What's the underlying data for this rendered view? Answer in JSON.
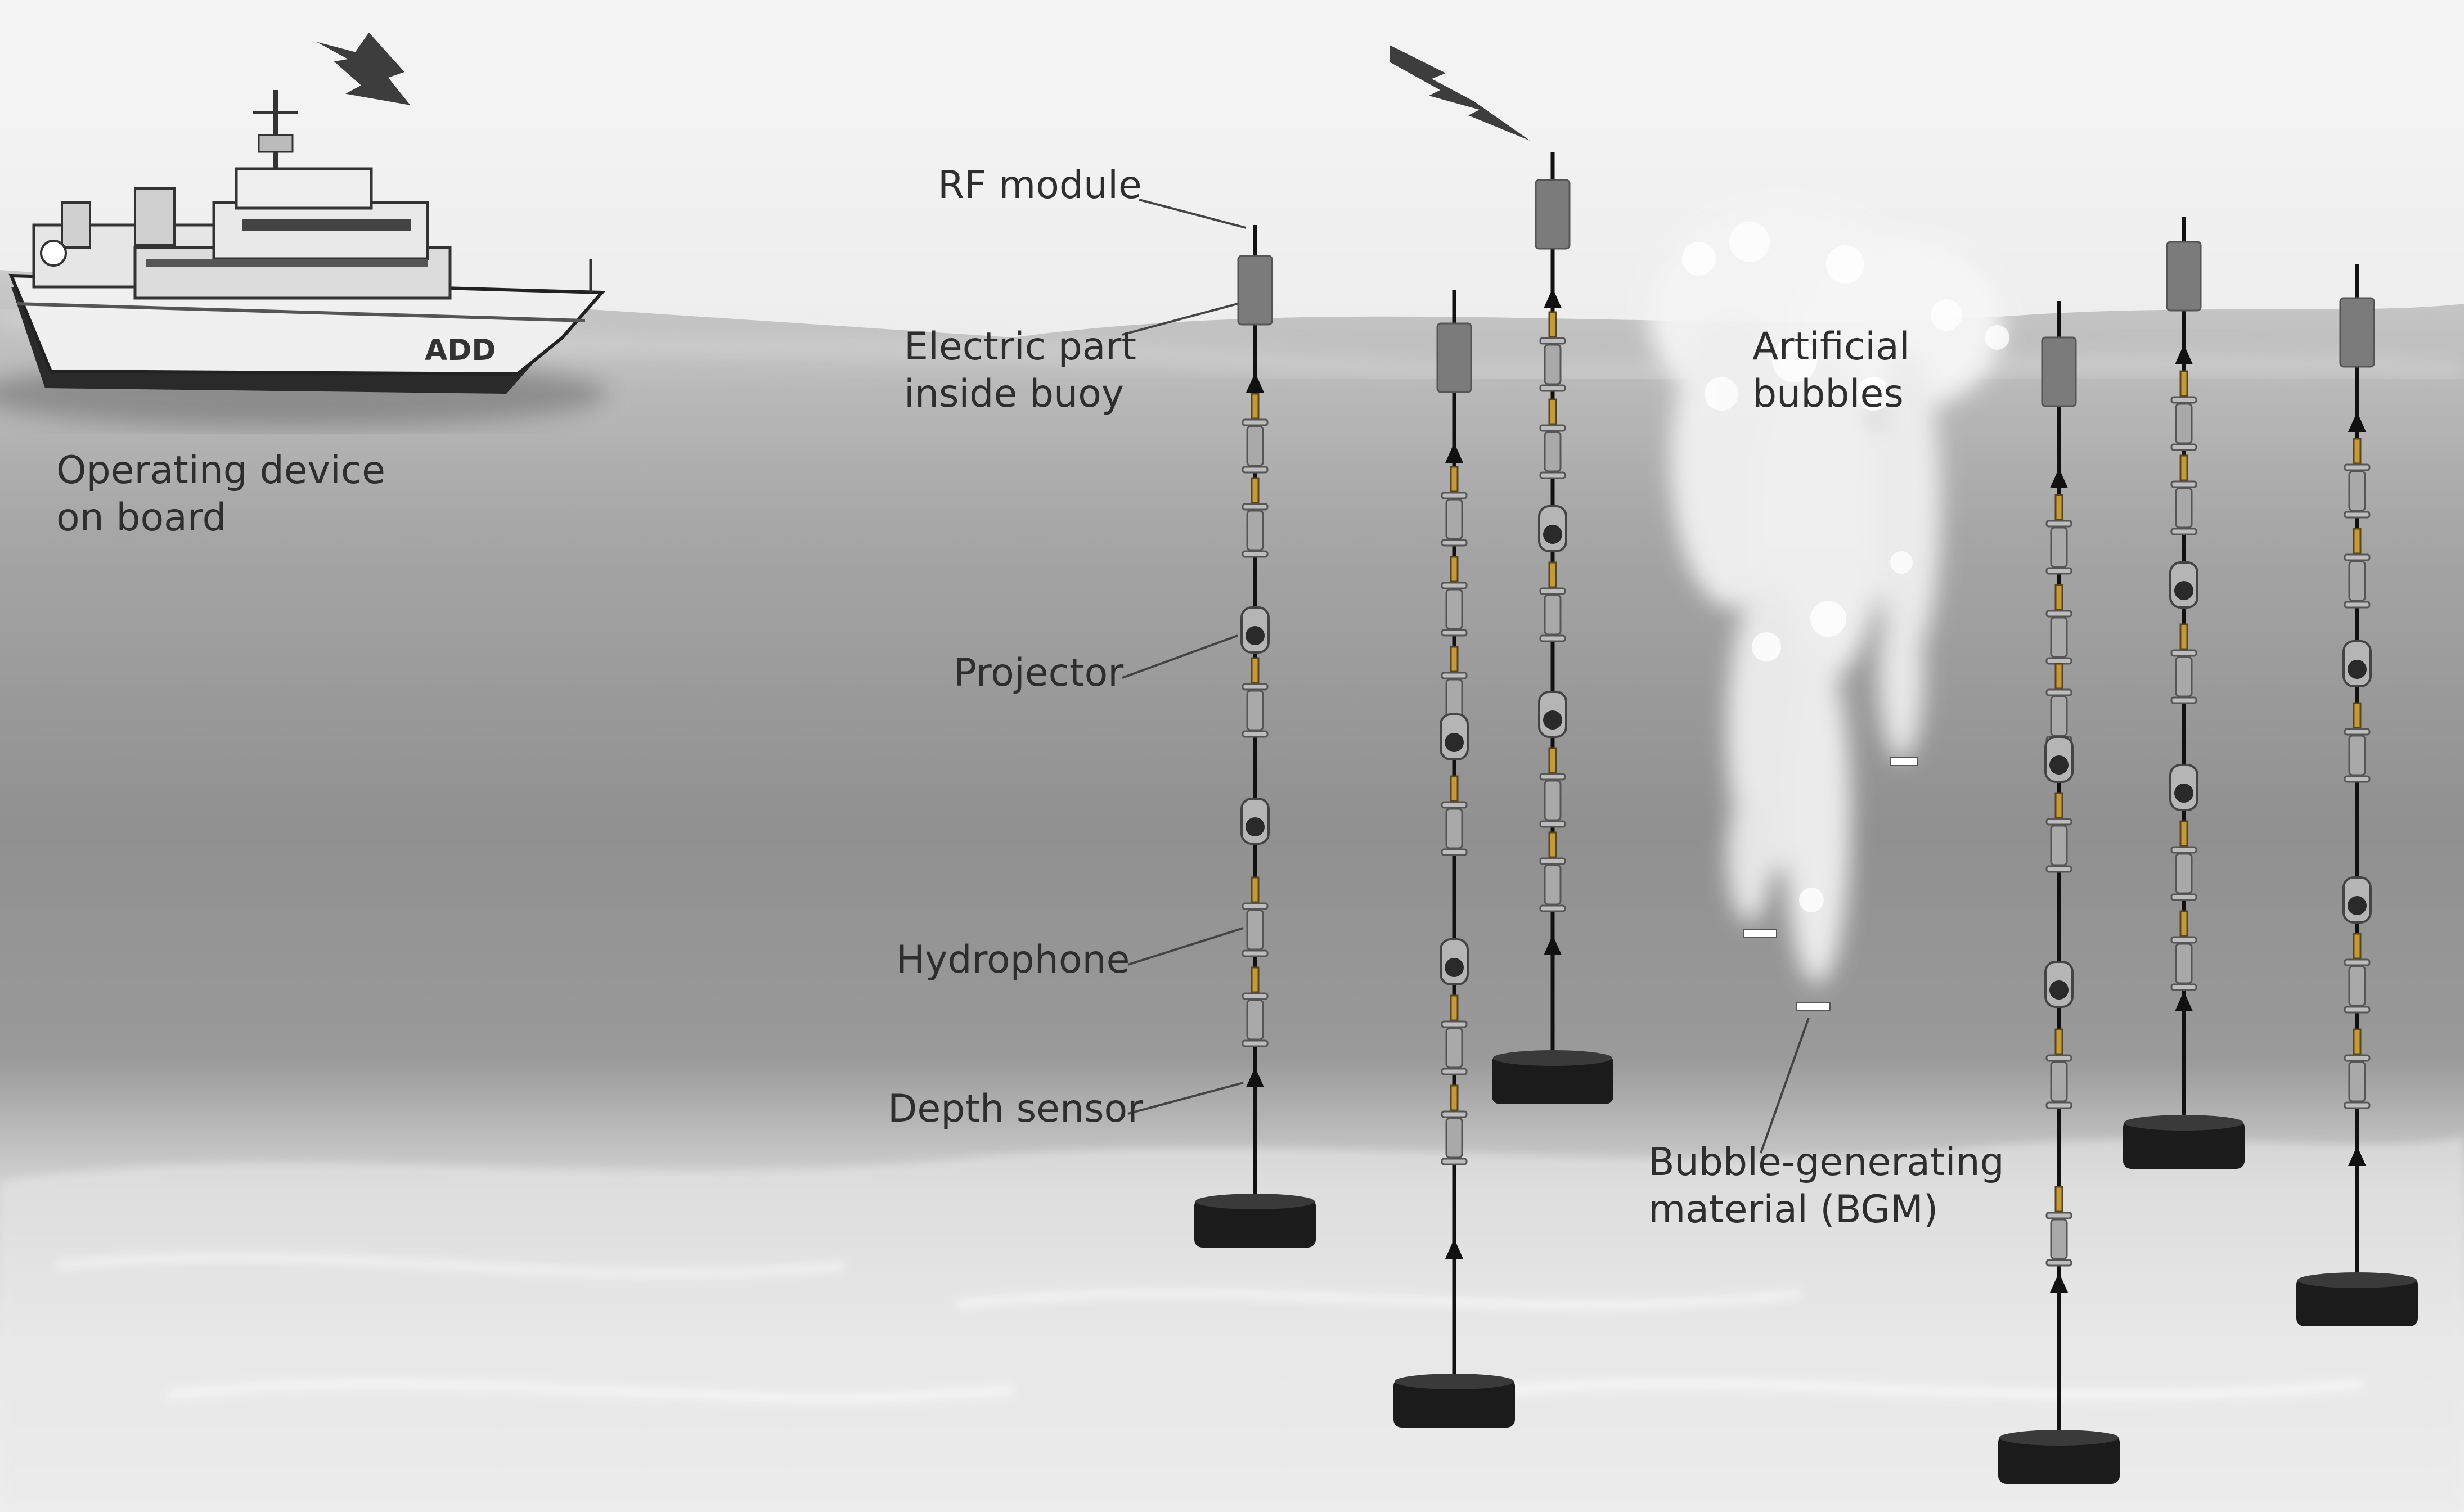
{
  "labels": {
    "operating_device": [
      "Operating device",
      "on board"
    ],
    "rf_module": "RF module",
    "electric_part": [
      "Electric part",
      "inside buoy"
    ],
    "projector": "Projector",
    "hydrophone": "Hydrophone",
    "depth_sensor": "Depth sensor",
    "artificial_bubbles": [
      "Artificial",
      "bubbles"
    ],
    "bgm": [
      "Bubble-generating",
      "material (BGM)"
    ]
  },
  "ship": {
    "hull_text": "ADD"
  },
  "colors": {
    "buoy": "#7a7a7a",
    "cable": "#111111",
    "anchor": "#1a1a1a",
    "connector": "#b8953e",
    "bubbles": "#f2f2f2",
    "water_mid": "#9a9a9a",
    "water_deep": "#8c8c8c"
  },
  "icons": [
    "lightning-icon",
    "ship-icon",
    "buoy-icon",
    "projector-icon",
    "anchor-icon",
    "arrow-up-icon"
  ]
}
